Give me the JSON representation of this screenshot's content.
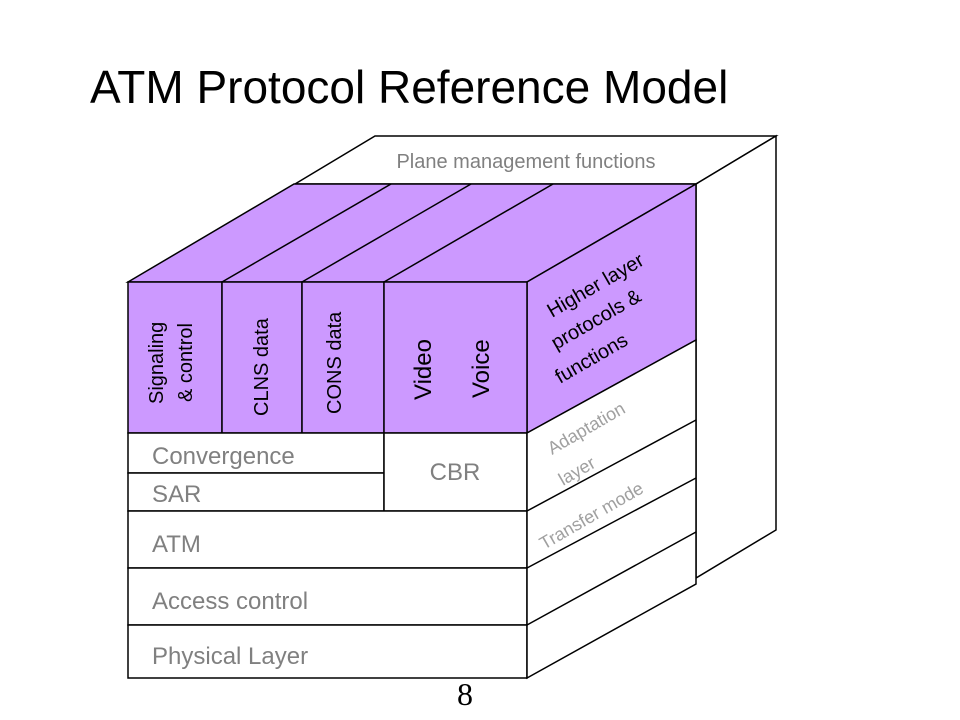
{
  "slide": {
    "title": "ATM Protocol Reference Model",
    "page_number": "8"
  },
  "diagram": {
    "plane_management": "Plane management functions",
    "columns": {
      "signaling_line1": "Signaling",
      "signaling_line2": "& control",
      "clns": "CLNS data",
      "cons": "CONS data",
      "video": "Video",
      "voice": "Voice"
    },
    "layers": {
      "convergence": "Convergence",
      "sar": "SAR",
      "cbr": "CBR",
      "atm": "ATM",
      "access_control": "Access control",
      "physical_layer": "Physical Layer"
    },
    "side": {
      "higher_line1": "Higher layer",
      "higher_line2": "protocols &",
      "higher_line3": "functions",
      "adaptation_line1": "Adaptation",
      "adaptation_line2": "layer",
      "transfer_mode": "Transfer mode"
    },
    "colors": {
      "purple": "#CC99FF",
      "label_grey": "#808080",
      "side_grey": "#A0A0A0",
      "stroke": "#000000"
    }
  }
}
